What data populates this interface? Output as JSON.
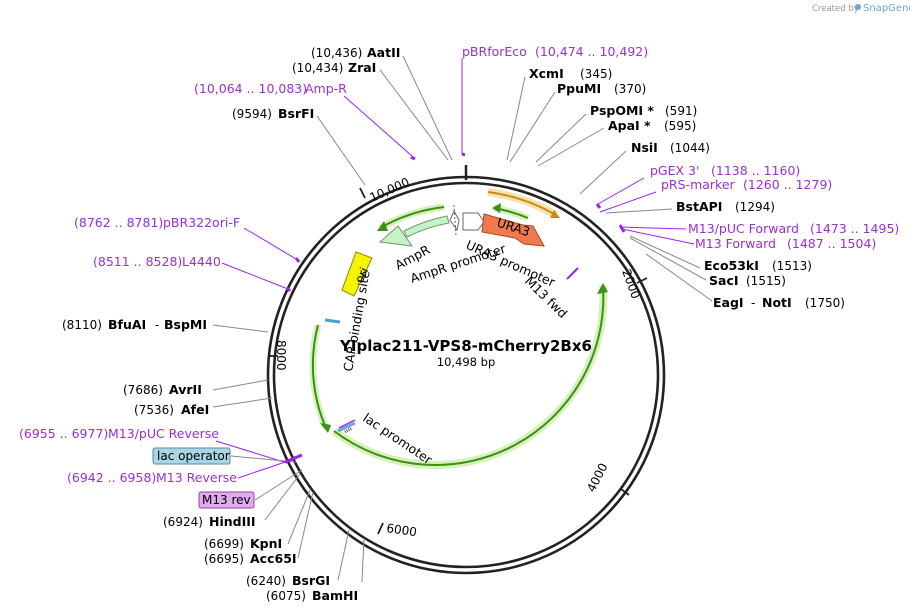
{
  "credit": {
    "prefix": "Created by",
    "brand": "SnapGene"
  },
  "plasmid": {
    "name": "YIplac211-VPS8-mCherry2Bx6",
    "size": "10,498 bp"
  },
  "ticks": [
    "2000",
    "4000",
    "6000",
    "8000",
    "10,000"
  ],
  "sites": {
    "aatII": {
      "pos": "(10,436)",
      "name": "AatII"
    },
    "zraI": {
      "pos": "(10,434)",
      "name": "ZraI"
    },
    "bsrFI": {
      "pos": "(9594)",
      "name": "BsrFI"
    },
    "xcmI": {
      "name": "XcmI",
      "pos": "(345)"
    },
    "ppuMI": {
      "name": "PpuMI",
      "pos": "(370)"
    },
    "pspOMI": {
      "name": "PspOMI *",
      "pos": "(591)"
    },
    "apaI": {
      "name": "ApaI *",
      "pos": "(595)"
    },
    "nsiI": {
      "name": "NsiI",
      "pos": "(1044)"
    },
    "bstAPI": {
      "name": "BstAPI",
      "pos": "(1294)"
    },
    "eco53kI": {
      "name": "Eco53kI",
      "pos": "(1513)"
    },
    "sacI": {
      "name": "SacI",
      "pos": "(1515)"
    },
    "eagNot": {
      "name1": "EagI",
      "sep": "-",
      "name2": "NotI",
      "pos": "(1750)"
    },
    "bfuAI": {
      "pos": "(8110)",
      "name1": "BfuAI",
      "sep": "-",
      "name2": "BspMI"
    },
    "avrII": {
      "pos": "(7686)",
      "name": "AvrII"
    },
    "afeI": {
      "pos": "(7536)",
      "name": "AfeI"
    },
    "hindIII": {
      "pos": "(6924)",
      "name": "HindIII"
    },
    "kpnI": {
      "pos": "(6699)",
      "name": "KpnI"
    },
    "acc65I": {
      "pos": "(6695)",
      "name": "Acc65I"
    },
    "bsrGI": {
      "pos": "(6240)",
      "name": "BsrGI"
    },
    "bamHI": {
      "pos": "(6075)",
      "name": "BamHI"
    }
  },
  "primers": {
    "pBRforEco": {
      "name": "pBRforEco",
      "range": "(10,474 .. 10,492)"
    },
    "ampR": {
      "range": "(10,064 .. 10,083)",
      "name": "Amp-R"
    },
    "pGEX3": {
      "name": "pGEX 3'",
      "range": "(1138 .. 1160)"
    },
    "pRSmarker": {
      "name": "pRS-marker",
      "range": "(1260 .. 1279)"
    },
    "m13pucFwd": {
      "name": "M13/pUC Forward",
      "range": "(1473 .. 1495)"
    },
    "m13Fwd": {
      "name": "M13 Forward",
      "range": "(1487 .. 1504)"
    },
    "pBR322": {
      "range": "(8762 .. 8781)",
      "name": "pBR322ori-F"
    },
    "l4440": {
      "range": "(8511 .. 8528)",
      "name": "L4440"
    },
    "m13pucRev": {
      "range": "(6955 .. 6977)",
      "name": "M13/pUC Reverse"
    },
    "m13Rev": {
      "range": "(6942 .. 6958)",
      "name": "M13 Reverse"
    }
  },
  "boxed": {
    "lacOperator": "lac operator",
    "m13rev": "M13 rev"
  },
  "features": {
    "ura3": "URA3",
    "ori": "ori",
    "ampR": "AmpR",
    "ampRPromoter": "AmpR promoter",
    "ura3Promoter": "URA3 promoter",
    "m13fwd": "M13 fwd",
    "cap": "CAP binding site",
    "lacPromoter": "lac promoter"
  },
  "colors": {
    "backbone": "#222222",
    "primer": "#9b30d0",
    "ura3": "#f07a4e",
    "ori": "#f5f500",
    "ampR": "#c6f3c6",
    "green": "#3e8e1a",
    "greenHalo": "#d6f2b8",
    "orange": "#c98a18",
    "orangeHalo": "#f6e2aa",
    "lacOperator": "#a9d5e6",
    "m13rev": "#e2a8f0"
  }
}
